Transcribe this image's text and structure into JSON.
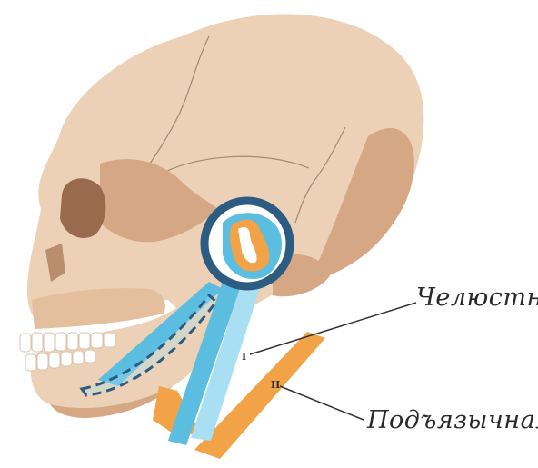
{
  "labels": {
    "jaw_section": "Челюстная",
    "hyoid_section": "Подъязычная"
  },
  "markers": {
    "zone_one": "I",
    "zone_two": "II"
  },
  "colors": {
    "bone": "#ecd1b6",
    "bone_shadow": "#d6a785",
    "bone_dark": "#b98e6d",
    "cyan": "#5bbde0",
    "cyan_light": "#a8dff2",
    "navy": "#2c5c82",
    "orange": "#f2a347",
    "suture": "#a88770",
    "line": "#333333"
  }
}
